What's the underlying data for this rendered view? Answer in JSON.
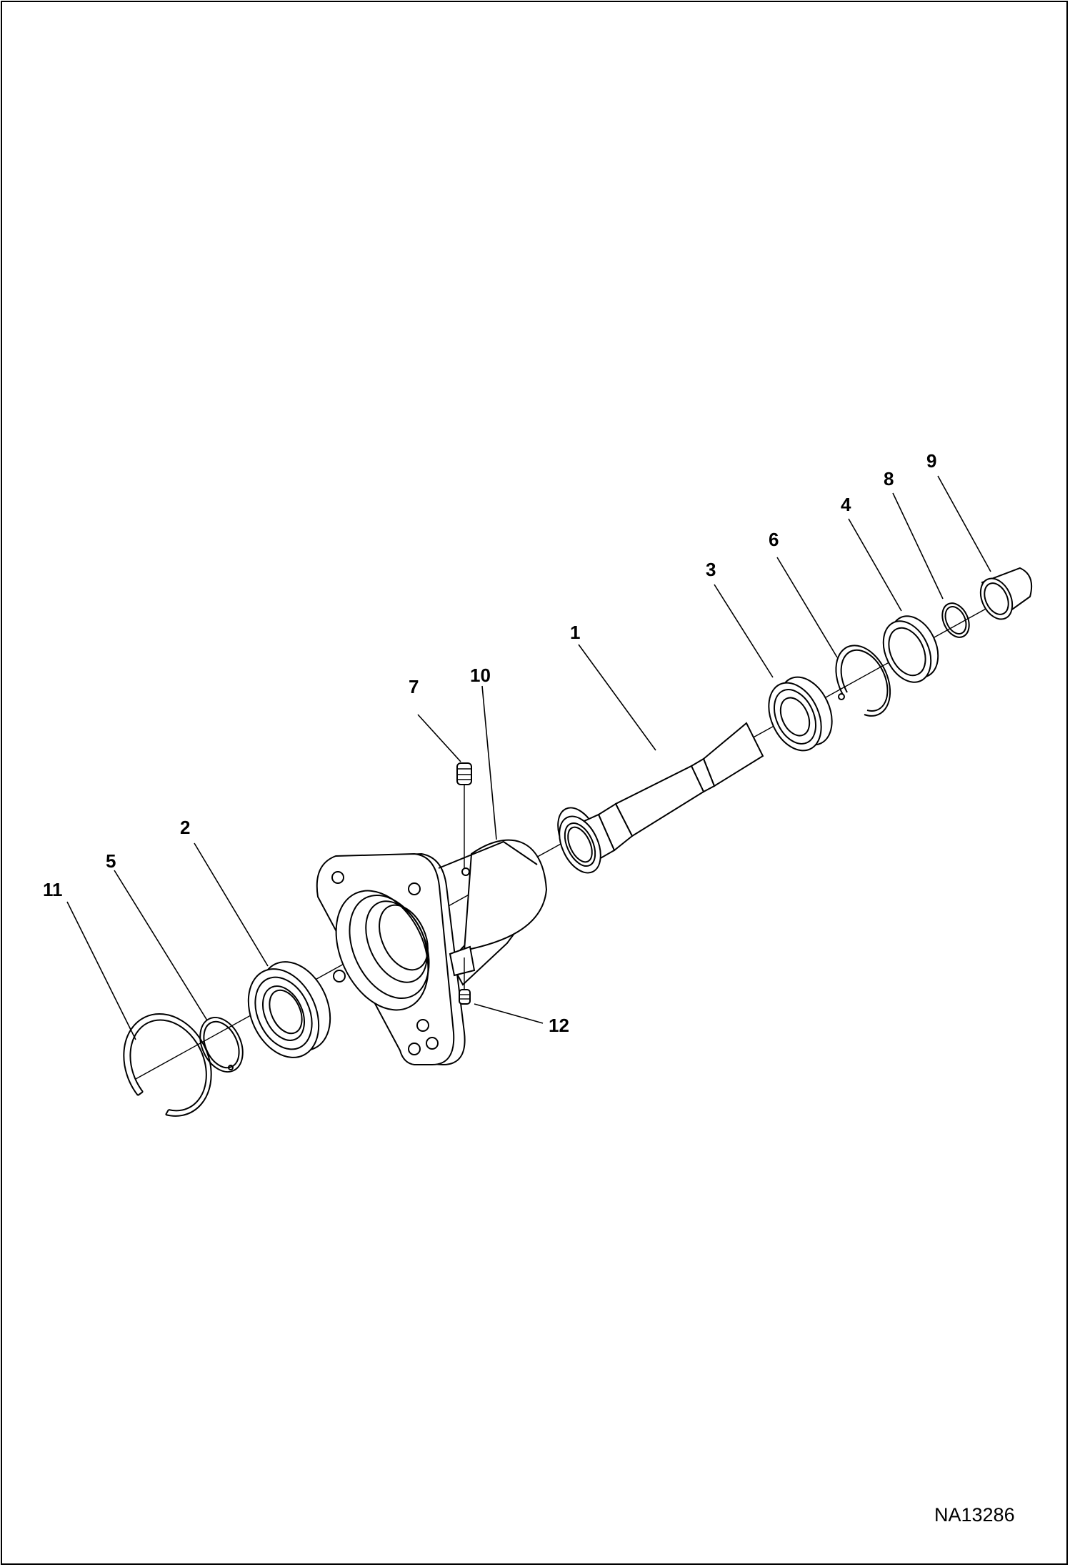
{
  "callouts": [
    {
      "id": "1",
      "label": "1"
    },
    {
      "id": "2",
      "label": "2"
    },
    {
      "id": "3",
      "label": "3"
    },
    {
      "id": "4",
      "label": "4"
    },
    {
      "id": "5",
      "label": "5"
    },
    {
      "id": "6",
      "label": "6"
    },
    {
      "id": "7",
      "label": "7"
    },
    {
      "id": "8",
      "label": "8"
    },
    {
      "id": "9",
      "label": "9"
    },
    {
      "id": "10",
      "label": "10"
    },
    {
      "id": "11",
      "label": "11"
    },
    {
      "id": "12",
      "label": "12"
    }
  ],
  "figure_id": "NA13286"
}
